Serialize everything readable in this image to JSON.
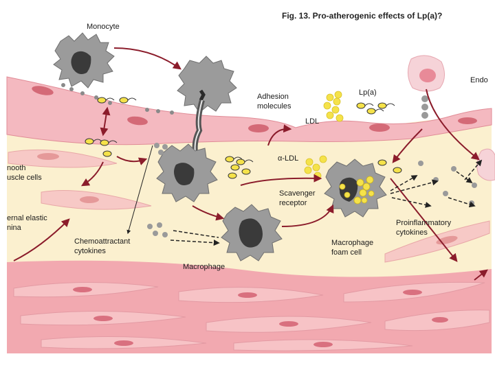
{
  "figure": {
    "title": "Fig. 13. Pro-atherogenic effects of Lp(a)?"
  },
  "labels": {
    "monocyte": "Monocyte",
    "adhesion": [
      "Adhesion",
      "molecules"
    ],
    "lpa": "Lp(a)",
    "ldl": "LDL",
    "endo": "Endo",
    "alpha_ldl": "α-LDL",
    "smooth_muscle": [
      "nooth",
      "uscle cells"
    ],
    "elastic": [
      "ernal elastic",
      "nina"
    ],
    "scavenger": [
      "Scavenger",
      "receptor"
    ],
    "chemo": [
      "Chemoattractant",
      "cytokines"
    ],
    "macrophage": "Macrophage",
    "foam": [
      "Macrophage",
      "foam cell"
    ],
    "proinflam": [
      "Proinflammatory",
      "cytokines"
    ]
  },
  "colors": {
    "lumen": "#ffffff",
    "endothelium": "#f4b9c0",
    "endothelial_nucleus": "#d46a77",
    "intima": "#fbf0cf",
    "smooth_muscle": "#f7c9c6",
    "media": "#f2a9b0",
    "arrow": "#8b1c2b",
    "cell": "#9b9b9b",
    "nucleus": "#3a3a3a",
    "ldl": "#f5e24a"
  }
}
